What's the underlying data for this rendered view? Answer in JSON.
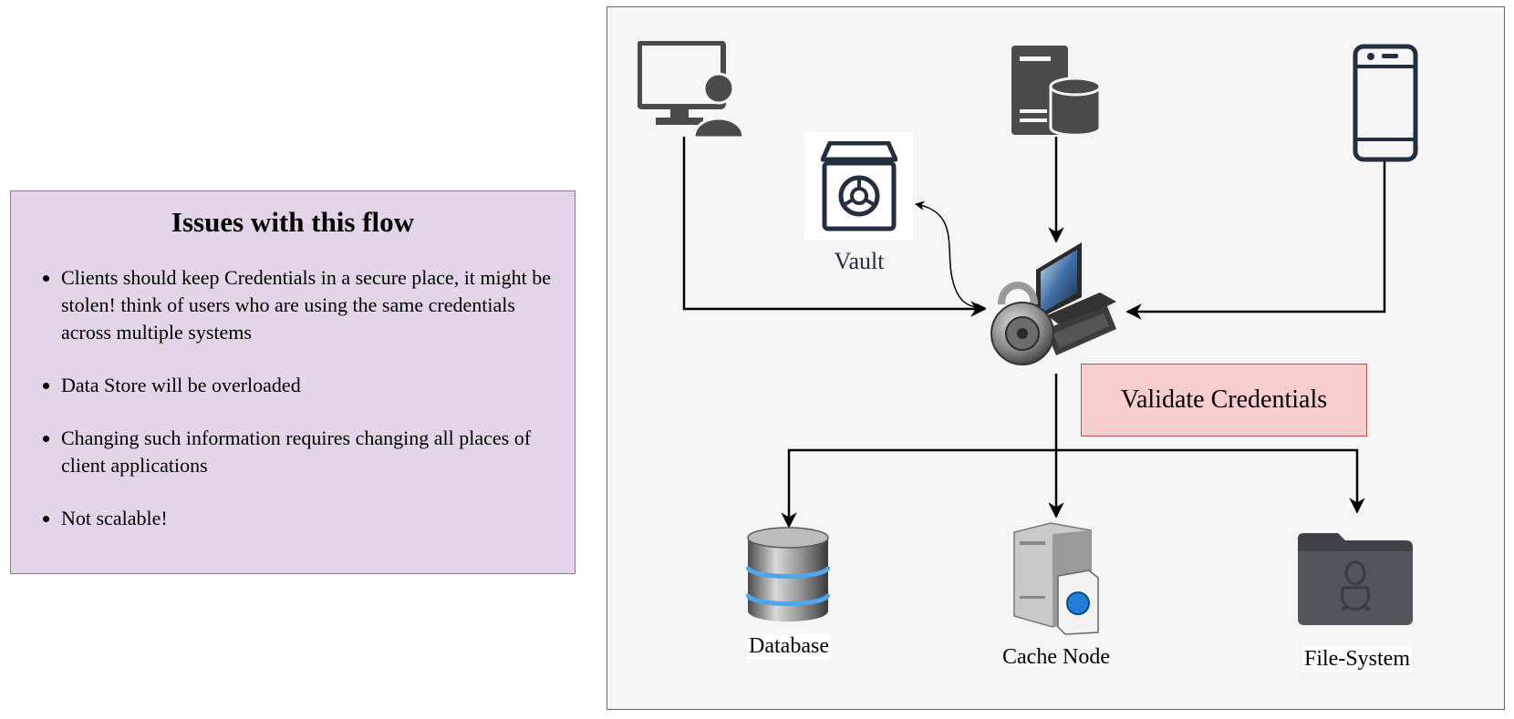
{
  "note": {
    "title": "Issues with this flow",
    "items": [
      "Clients should keep Credentials in a secure place, it might be stolen! think of users who are using the same credentials across multiple systems",
      "Data Store will be overloaded",
      "Changing such information requires changing all places of client applications",
      "Not scalable!"
    ]
  },
  "diagram": {
    "vault_label": "Vault",
    "validate_label": "Validate Credentials",
    "database_label": "Database",
    "cache_label": "Cache Node",
    "filesystem_label": "File-System"
  },
  "colors": {
    "note_fill": "#e1d5e7",
    "note_border": "#9673a6",
    "canvas_fill": "#f5f5f5",
    "validate_fill": "#f8cecc",
    "validate_border": "#b85450",
    "icon_dark": "#4a4a4a",
    "vault_stroke": "#232f3e"
  },
  "icons": [
    "desktop-user-icon",
    "server-database-icon",
    "mobile-phone-icon",
    "vault-icon",
    "secure-computer-icon",
    "database-icon",
    "cache-node-icon",
    "linux-folder-icon"
  ]
}
